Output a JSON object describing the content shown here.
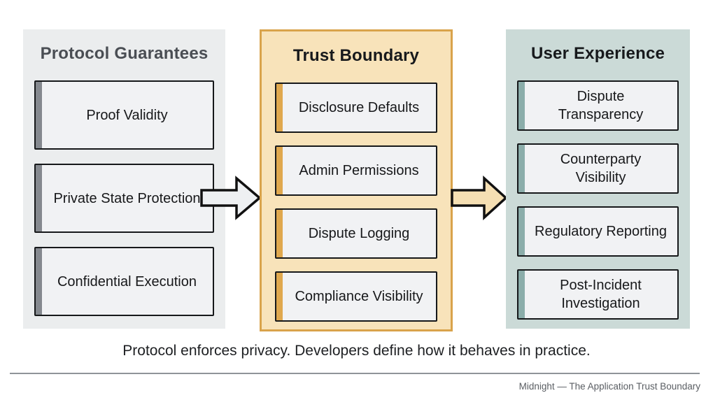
{
  "page": {
    "caption": "Protocol enforces privacy. Developers define how it behaves in practice.",
    "footer": "Midnight — The Application Trust Boundary"
  },
  "columns": [
    {
      "title": "Protocol Guarantees",
      "items": [
        "Proof Validity",
        "Private State Protection",
        "Confidential Execution"
      ],
      "colors": {
        "background": "#ebedee",
        "accent": "#85898f",
        "title": "#4a4e54"
      }
    },
    {
      "title": "Trust Boundary",
      "items": [
        "Disclosure Defaults",
        "Admin Permissions",
        "Dispute Logging",
        "Compliance Visibility"
      ],
      "colors": {
        "background": "#f8e3ba",
        "accent": "#e0a84e",
        "border": "#d9a34b",
        "title": "#17191c"
      }
    },
    {
      "title": "User Experience",
      "items": [
        "Dispute Transparency",
        "Counterparty Visibility",
        "Regulatory Reporting",
        "Post-Incident Investigation"
      ],
      "colors": {
        "background": "#cbdad7",
        "accent": "#8badaa",
        "title": "#17191c"
      }
    }
  ],
  "arrows": [
    {
      "name": "arrow-protocol-to-boundary",
      "fill": "#eef0f2"
    },
    {
      "name": "arrow-boundary-to-experience",
      "fill": "#f5dfb3"
    }
  ]
}
